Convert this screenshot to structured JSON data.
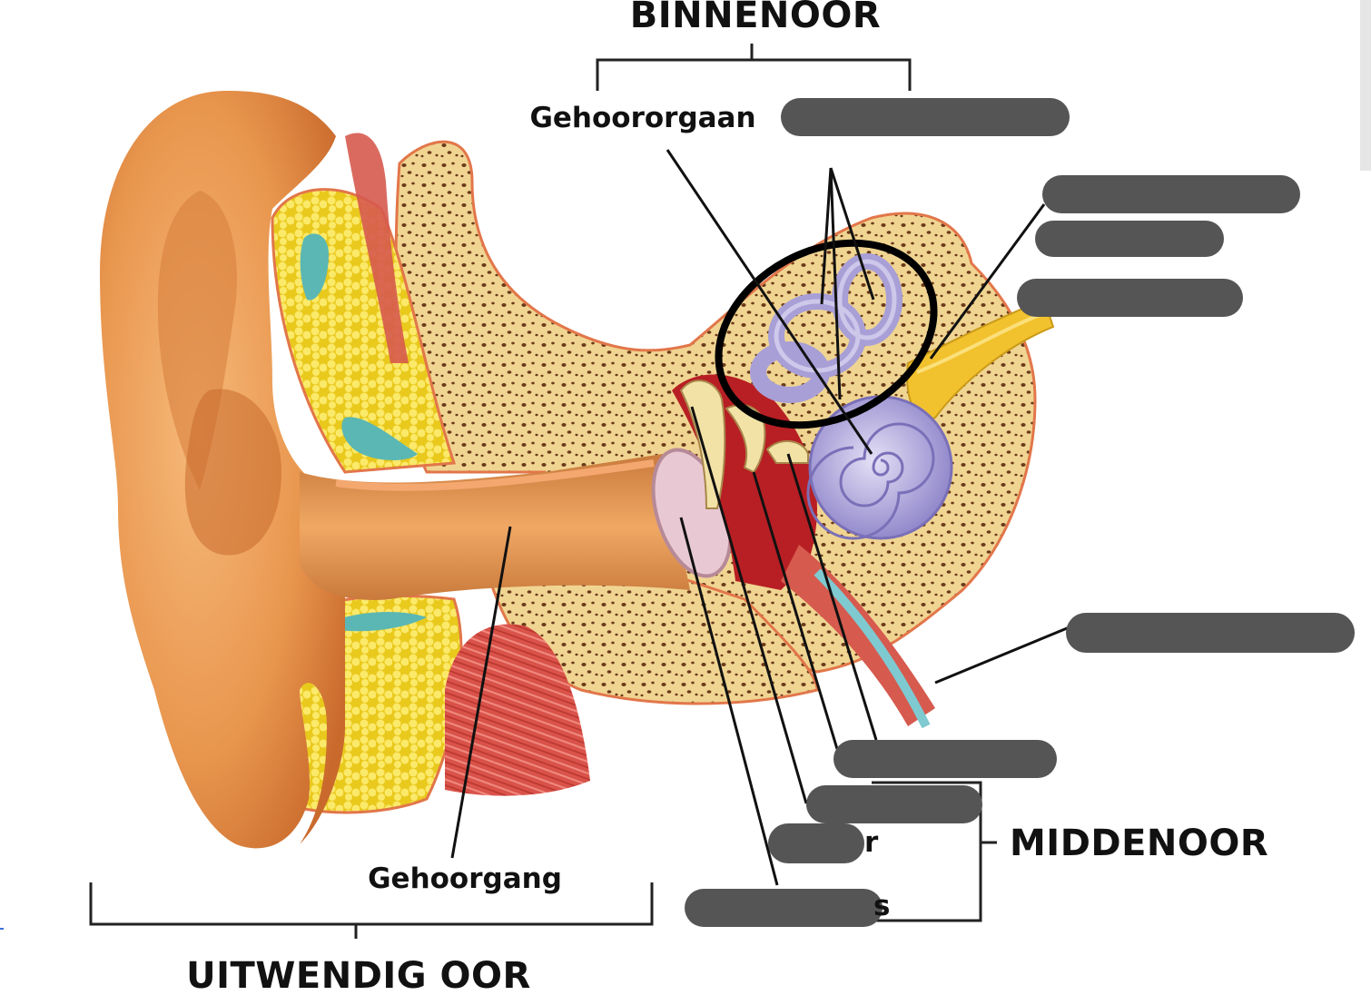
{
  "diagram": {
    "sections": {
      "inner": "BINNENOOR",
      "middle": "MIDDENOOR",
      "outer": "UITWENDIG OOR"
    },
    "labels": {
      "organ_of_hearing": "Gehoororgaan",
      "ear_canal": "Gehoorgang",
      "partial_r": "r",
      "partial_s": "s"
    },
    "colors": {
      "skin": "#e9974f",
      "bone": "#f0d592",
      "labyrinth": "#a89fd6",
      "nerve": "#f2c12e",
      "fat": "#f5e041",
      "hidden_label_bar": "#555555"
    }
  }
}
